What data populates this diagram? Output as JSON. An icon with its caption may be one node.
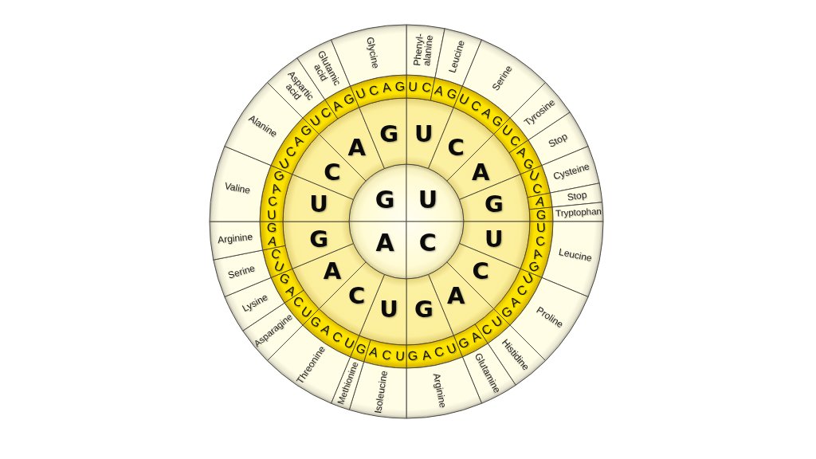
{
  "diagram": {
    "nodes": [
      {
        "text": [
          "G"
        ]
      },
      {
        "text": [
          "U"
        ]
      },
      {
        "text": [
          "A"
        ]
      },
      {
        "text": [
          "C"
        ]
      },
      {
        "text": [
          "U"
        ]
      },
      {
        "text": [
          "C"
        ]
      },
      {
        "text": [
          "A"
        ]
      },
      {
        "text": [
          "G"
        ]
      },
      {
        "text": [
          "U"
        ]
      },
      {
        "text": [
          "C"
        ]
      },
      {
        "text": [
          "A"
        ]
      },
      {
        "text": [
          "G"
        ]
      },
      {
        "text": [
          "U"
        ]
      },
      {
        "text": [
          "C"
        ]
      },
      {
        "text": [
          "A"
        ]
      },
      {
        "text": [
          "G"
        ]
      },
      {
        "text": [
          "U"
        ]
      },
      {
        "text": [
          "C"
        ]
      },
      {
        "text": [
          "A"
        ]
      },
      {
        "text": [
          "G"
        ]
      },
      {
        "text": [
          "U",
          "C"
        ]
      },
      {
        "text": [
          "A",
          "G"
        ]
      },
      {
        "text": [
          "U",
          "C",
          "A",
          "G"
        ]
      },
      {
        "text": [
          "U",
          "C"
        ]
      },
      {
        "text": [
          "A",
          "G"
        ]
      },
      {
        "text": [
          "U",
          "C"
        ]
      },
      {
        "text": [
          "A"
        ]
      },
      {
        "text": [
          "G"
        ]
      },
      {
        "text": [
          "U",
          "C",
          "A",
          "G"
        ]
      },
      {
        "text": [
          "U",
          "C",
          "A",
          "G"
        ]
      },
      {
        "text": [
          "U",
          "C"
        ]
      },
      {
        "text": [
          "A",
          "G"
        ]
      },
      {
        "text": [
          "U",
          "C",
          "A",
          "G"
        ]
      },
      {
        "text": [
          "U",
          "C",
          "A"
        ]
      },
      {
        "text": [
          "G"
        ]
      },
      {
        "text": [
          "U",
          "C",
          "A",
          "G"
        ]
      },
      {
        "text": [
          "U",
          "C"
        ]
      },
      {
        "text": [
          "A",
          "G"
        ]
      },
      {
        "text": [
          "U",
          "C"
        ]
      },
      {
        "text": [
          "A",
          "G"
        ]
      },
      {
        "text": [
          "U",
          "C",
          "A",
          "G"
        ]
      },
      {
        "text": [
          "U",
          "C",
          "A",
          "G"
        ]
      },
      {
        "text": [
          "U",
          "C"
        ]
      },
      {
        "text": [
          "A",
          "G"
        ]
      },
      {
        "text": [
          "U",
          "C",
          "A",
          "G"
        ]
      },
      {
        "text": [
          "Phenyl- alanine"
        ]
      },
      {
        "text": [
          "Leucine"
        ]
      },
      {
        "text": [
          "Serine"
        ]
      },
      {
        "text": [
          "Tyrosine"
        ]
      },
      {
        "text": [
          "Stop"
        ]
      },
      {
        "text": [
          "Cysteine"
        ]
      },
      {
        "text": [
          "Stop"
        ]
      },
      {
        "text": [
          "Tryptophan"
        ]
      },
      {
        "text": [
          "Leucine"
        ]
      },
      {
        "text": [
          "Proline"
        ]
      },
      {
        "text": [
          "Histidine"
        ]
      },
      {
        "text": [
          "Glutamine"
        ]
      },
      {
        "text": [
          "Arginine"
        ]
      },
      {
        "text": [
          "Isoleucine"
        ]
      },
      {
        "text": [
          "Methionine"
        ]
      },
      {
        "text": [
          "Threonine"
        ]
      },
      {
        "text": [
          "Asparagine"
        ]
      },
      {
        "text": [
          "Lysine"
        ]
      },
      {
        "text": [
          "Serine"
        ]
      },
      {
        "text": [
          "Arginine"
        ]
      },
      {
        "text": [
          "Valine"
        ]
      },
      {
        "text": [
          "Alanine"
        ]
      },
      {
        "text": [
          "Aspartic acid"
        ]
      },
      {
        "text": [
          "Glutamic acid"
        ]
      },
      {
        "text": [
          "Glycine"
        ]
      }
    ]
  }
}
